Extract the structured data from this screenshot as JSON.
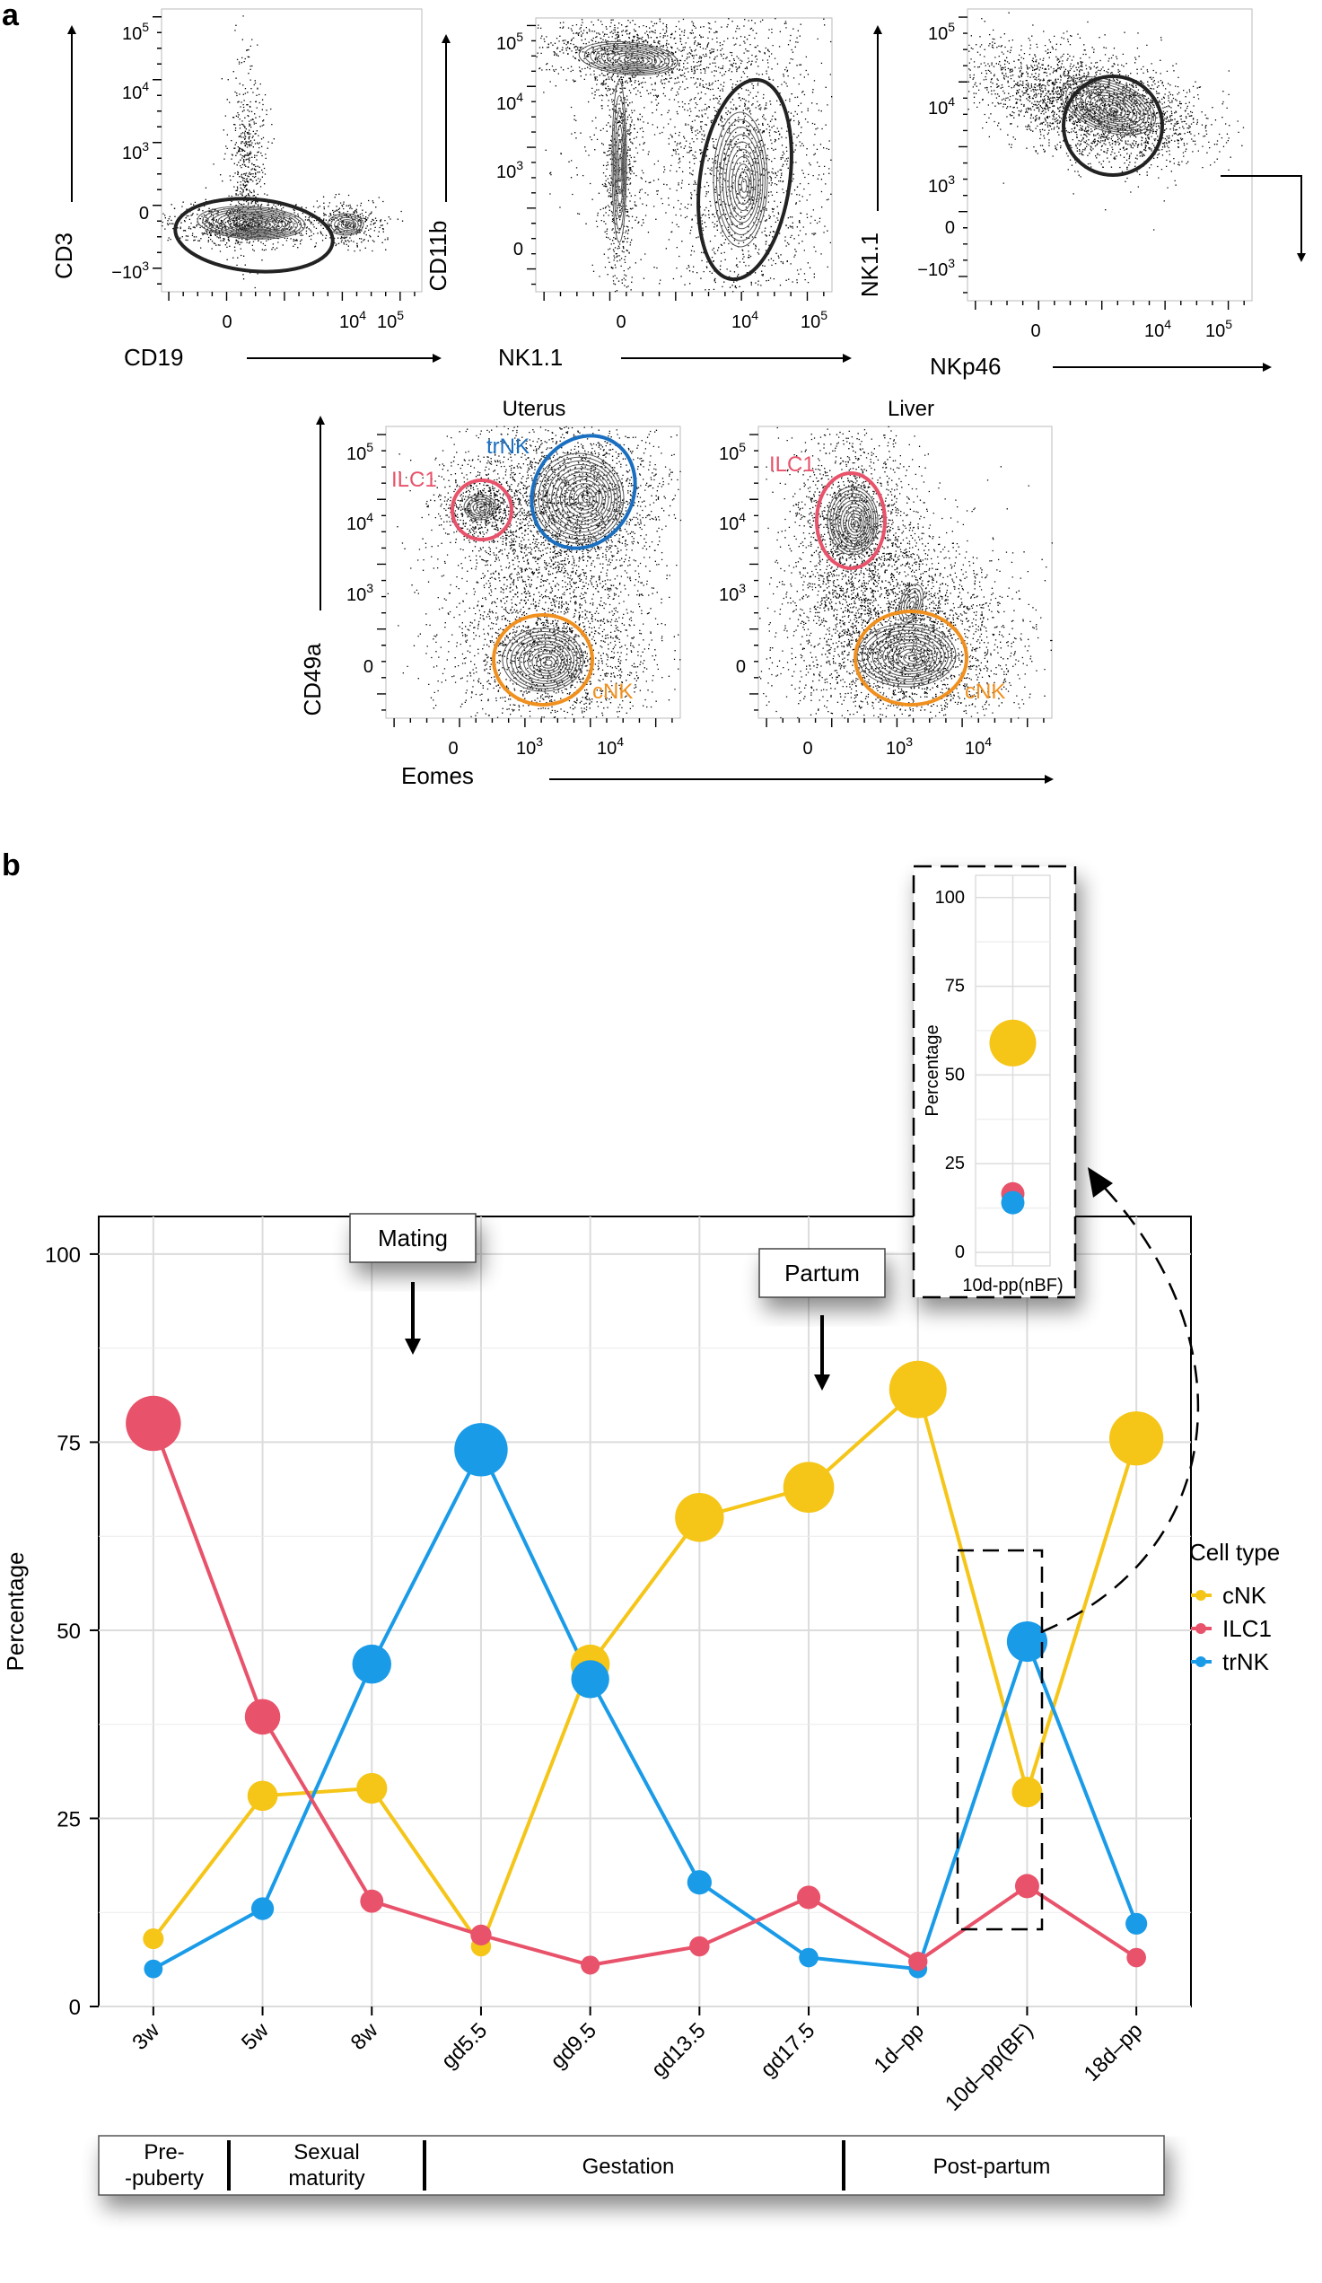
{
  "panel_a": {
    "letter": "a",
    "plots": [
      {
        "id": "p1",
        "ylabel": "CD3",
        "xlabel": "CD19",
        "yticks": [
          {
            "sup": "5",
            "v": "10"
          },
          {
            "sup": "4",
            "v": "10"
          },
          {
            "sup": "3",
            "v": "10"
          },
          {
            "sup": "",
            "v": "0"
          },
          {
            "sup": "3",
            "v": "−10"
          }
        ],
        "xticks": [
          {
            "sup": "",
            "v": "0"
          },
          {
            "sup": "4",
            "v": "10"
          },
          {
            "sup": "5",
            "v": "10"
          }
        ]
      },
      {
        "id": "p2",
        "ylabel": "CD11b",
        "xlabel": "NK1.1",
        "yticks": [
          {
            "sup": "5",
            "v": "10"
          },
          {
            "sup": "4",
            "v": "10"
          },
          {
            "sup": "3",
            "v": "10"
          },
          {
            "sup": "",
            "v": "0"
          }
        ],
        "xticks": [
          {
            "sup": "",
            "v": "0"
          },
          {
            "sup": "4",
            "v": "10"
          },
          {
            "sup": "5",
            "v": "10"
          }
        ]
      },
      {
        "id": "p3",
        "ylabel": "NK1.1",
        "xlabel": "NKp46",
        "yticks": [
          {
            "sup": "5",
            "v": "10"
          },
          {
            "sup": "4",
            "v": "10"
          },
          {
            "sup": "3",
            "v": "10"
          },
          {
            "sup": "",
            "v": "0"
          },
          {
            "sup": "3",
            "v": "−10"
          }
        ],
        "xticks": [
          {
            "sup": "",
            "v": "0"
          },
          {
            "sup": "4",
            "v": "10"
          },
          {
            "sup": "5",
            "v": "10"
          }
        ]
      }
    ],
    "bottom": {
      "ylabel": "CD49a",
      "xlabel": "Eomes",
      "uterus_title": "Uterus",
      "liver_title": "Liver",
      "yticks": [
        {
          "sup": "5",
          "v": "10"
        },
        {
          "sup": "4",
          "v": "10"
        },
        {
          "sup": "3",
          "v": "10"
        },
        {
          "sup": "",
          "v": "0"
        }
      ],
      "xticks": [
        {
          "sup": "",
          "v": "0"
        },
        {
          "sup": "3",
          "v": "10"
        },
        {
          "sup": "4",
          "v": "10"
        }
      ],
      "gates": {
        "ilc1": "ILC1",
        "trnk": "trNK",
        "cnk": "cNK"
      }
    }
  },
  "panel_b": {
    "letter": "b",
    "annotations": {
      "mating": "Mating",
      "partum": "Partum"
    },
    "stages": [
      "Pre-\n-puberty",
      "Sexual\nmaturity",
      "Gestation",
      "Post-partum"
    ],
    "legend": {
      "title": "Cell type"
    },
    "inset": {
      "ylabel": "Percentage",
      "category": "10d-pp(nBF)"
    }
  },
  "chart_data": [
    {
      "type": "line",
      "ylabel": "Percentage",
      "ylim": [
        0,
        105
      ],
      "yticks": [
        0,
        25,
        50,
        75,
        100
      ],
      "categories": [
        "3w",
        "5w",
        "8w",
        "gd5.5",
        "gd9.5",
        "gd13.5",
        "gd17.5",
        "1d–pp",
        "10d–pp(BF)",
        "18d–pp"
      ],
      "grid": true,
      "legend_position": "right",
      "series": [
        {
          "name": "cNK",
          "color": "#F5C518",
          "values": [
            9,
            28,
            29,
            8,
            45.5,
            65,
            69,
            82,
            28.5,
            75.5
          ]
        },
        {
          "name": "ILC1",
          "color": "#E8526A",
          "values": [
            77.5,
            38.5,
            14,
            9.5,
            5.5,
            8,
            14.5,
            6,
            16,
            6.5
          ]
        },
        {
          "name": "trNK",
          "color": "#1A9BE8",
          "values": [
            5,
            13,
            45.5,
            74,
            43.5,
            16.5,
            6.5,
            5,
            48.5,
            11
          ]
        }
      ]
    },
    {
      "type": "scatter",
      "ylabel": "Percentage",
      "ylim": [
        0,
        105
      ],
      "yticks": [
        0,
        25,
        50,
        75,
        100
      ],
      "categories": [
        "10d-pp(nBF)"
      ],
      "series": [
        {
          "name": "cNK",
          "color": "#F5C518",
          "values": [
            59
          ]
        },
        {
          "name": "ILC1",
          "color": "#E8526A",
          "values": [
            16.5
          ]
        },
        {
          "name": "trNK",
          "color": "#1A9BE8",
          "values": [
            14
          ]
        }
      ]
    }
  ]
}
